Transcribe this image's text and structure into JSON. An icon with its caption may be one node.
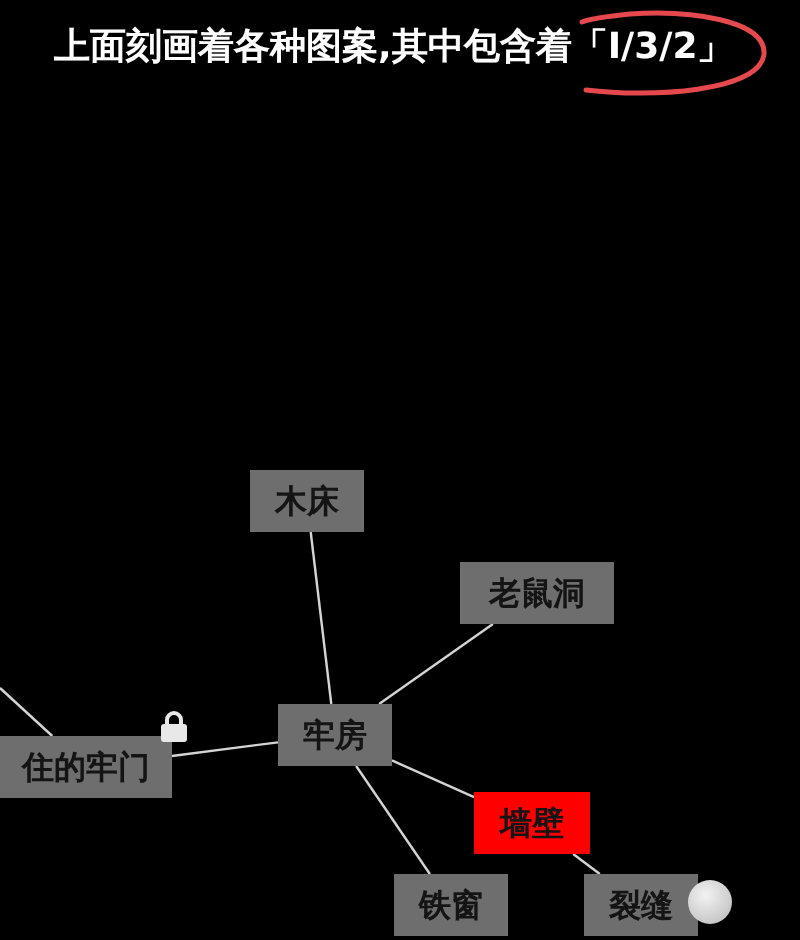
{
  "diagram": {
    "title": "上面刻画着各种图案,其中包含着「I/3/2」",
    "nodes": [
      {
        "text": [
          "木床"
        ]
      },
      {
        "text": [
          "老鼠洞"
        ]
      },
      {
        "text": [
          "牢房"
        ]
      },
      {
        "text": [
          "住的牢门"
        ]
      },
      {
        "text": [
          "墙壁"
        ]
      },
      {
        "text": [
          "铁窗"
        ]
      },
      {
        "text": [
          "裂缝"
        ]
      }
    ],
    "edges": [
      {
        "from": 0,
        "to": 2,
        "arrow": "none"
      },
      {
        "from": 1,
        "to": 2,
        "arrow": "none"
      },
      {
        "from": 2,
        "to": 3,
        "arrow": "none"
      },
      {
        "from": 2,
        "to": 4,
        "arrow": "none"
      },
      {
        "from": 2,
        "to": 5,
        "arrow": "none"
      },
      {
        "from": 4,
        "to": 6,
        "arrow": "none"
      },
      {
        "from": null,
        "to": 3,
        "arrow": "none"
      }
    ]
  }
}
